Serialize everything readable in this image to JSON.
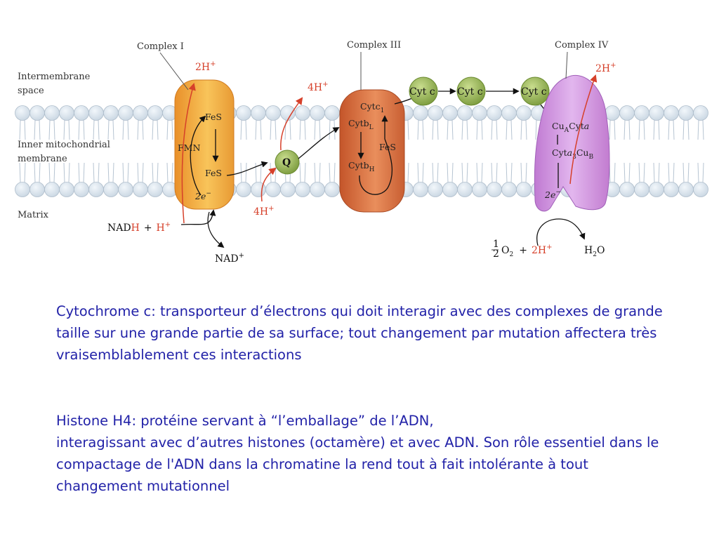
{
  "diagram": {
    "region_labels": {
      "intermembrane_1": "Intermembrane",
      "intermembrane_2": "space",
      "inner_1": "Inner mitochondrial",
      "inner_2": "membrane",
      "matrix": "Matrix"
    },
    "complexes": {
      "c1": "Complex I",
      "c3": "Complex III",
      "c4": "Complex IV"
    },
    "complex1": {
      "fes_top": "FeS",
      "fmn": "FMN",
      "fes_bottom": "FeS",
      "e2_base": "2e",
      "e2_sup": "−"
    },
    "complex3": {
      "cytc1_base": "Cytc",
      "cytc1_sub": "1",
      "cytbl_base": "Cytb",
      "cytbl_sub": "L",
      "fes": "FeS",
      "cytbh_base": "Cytb",
      "cytbh_sub": "H"
    },
    "complex4": {
      "row1": {
        "a": "Cu",
        "b": "A",
        "c": "Cyt",
        "d": "a"
      },
      "row2": {
        "a": "Cyt",
        "b": "a",
        "c": "3",
        "d": "Cu",
        "e": "B"
      },
      "e2_base": "2e",
      "e2_sup": "−"
    },
    "q": "Q",
    "cytc": [
      "Cyt c",
      "Cyt c",
      "Cyt c"
    ],
    "protons": {
      "c1_out": {
        "base": "2H",
        "sup": "+"
      },
      "c3_out": {
        "base": "4H",
        "sup": "+"
      },
      "c3_in": {
        "base": "4H",
        "sup": "+"
      },
      "c4_out": {
        "base": "2H",
        "sup": "+"
      }
    },
    "nadh": {
      "nad": "NAD",
      "h": "H",
      "plus": "+",
      "hplus_base": "H",
      "hplus_sup": "+"
    },
    "nad_plus": {
      "base": "NAD",
      "sup": "+"
    },
    "oxygen": {
      "frac_num": "1",
      "frac_den": "2",
      "o": "O",
      "o_sub": "2",
      "plus": "+",
      "h_base": "2H",
      "h_sup": "+"
    },
    "water": {
      "h": "H",
      "h_sub": "2",
      "o": "O"
    }
  },
  "captions": {
    "cytochrome": "Cytochrome c: transporteur d’électrons qui doit interagir avec des complexes de grande taille sur une grande partie de sa surface; tout changement par mutation affectera très vraisemblablement ces interactions",
    "histone_1": "Histone H4: protéine servant à “l’emballage” de l’ADN,",
    "histone_2": "interagissant avec d’autres histones (octamère) et avec ADN. Son rôle essentiel dans le compactage de l'ADN dans la chromatine la rend tout à fait intolérante à tout changement mutationnel"
  }
}
